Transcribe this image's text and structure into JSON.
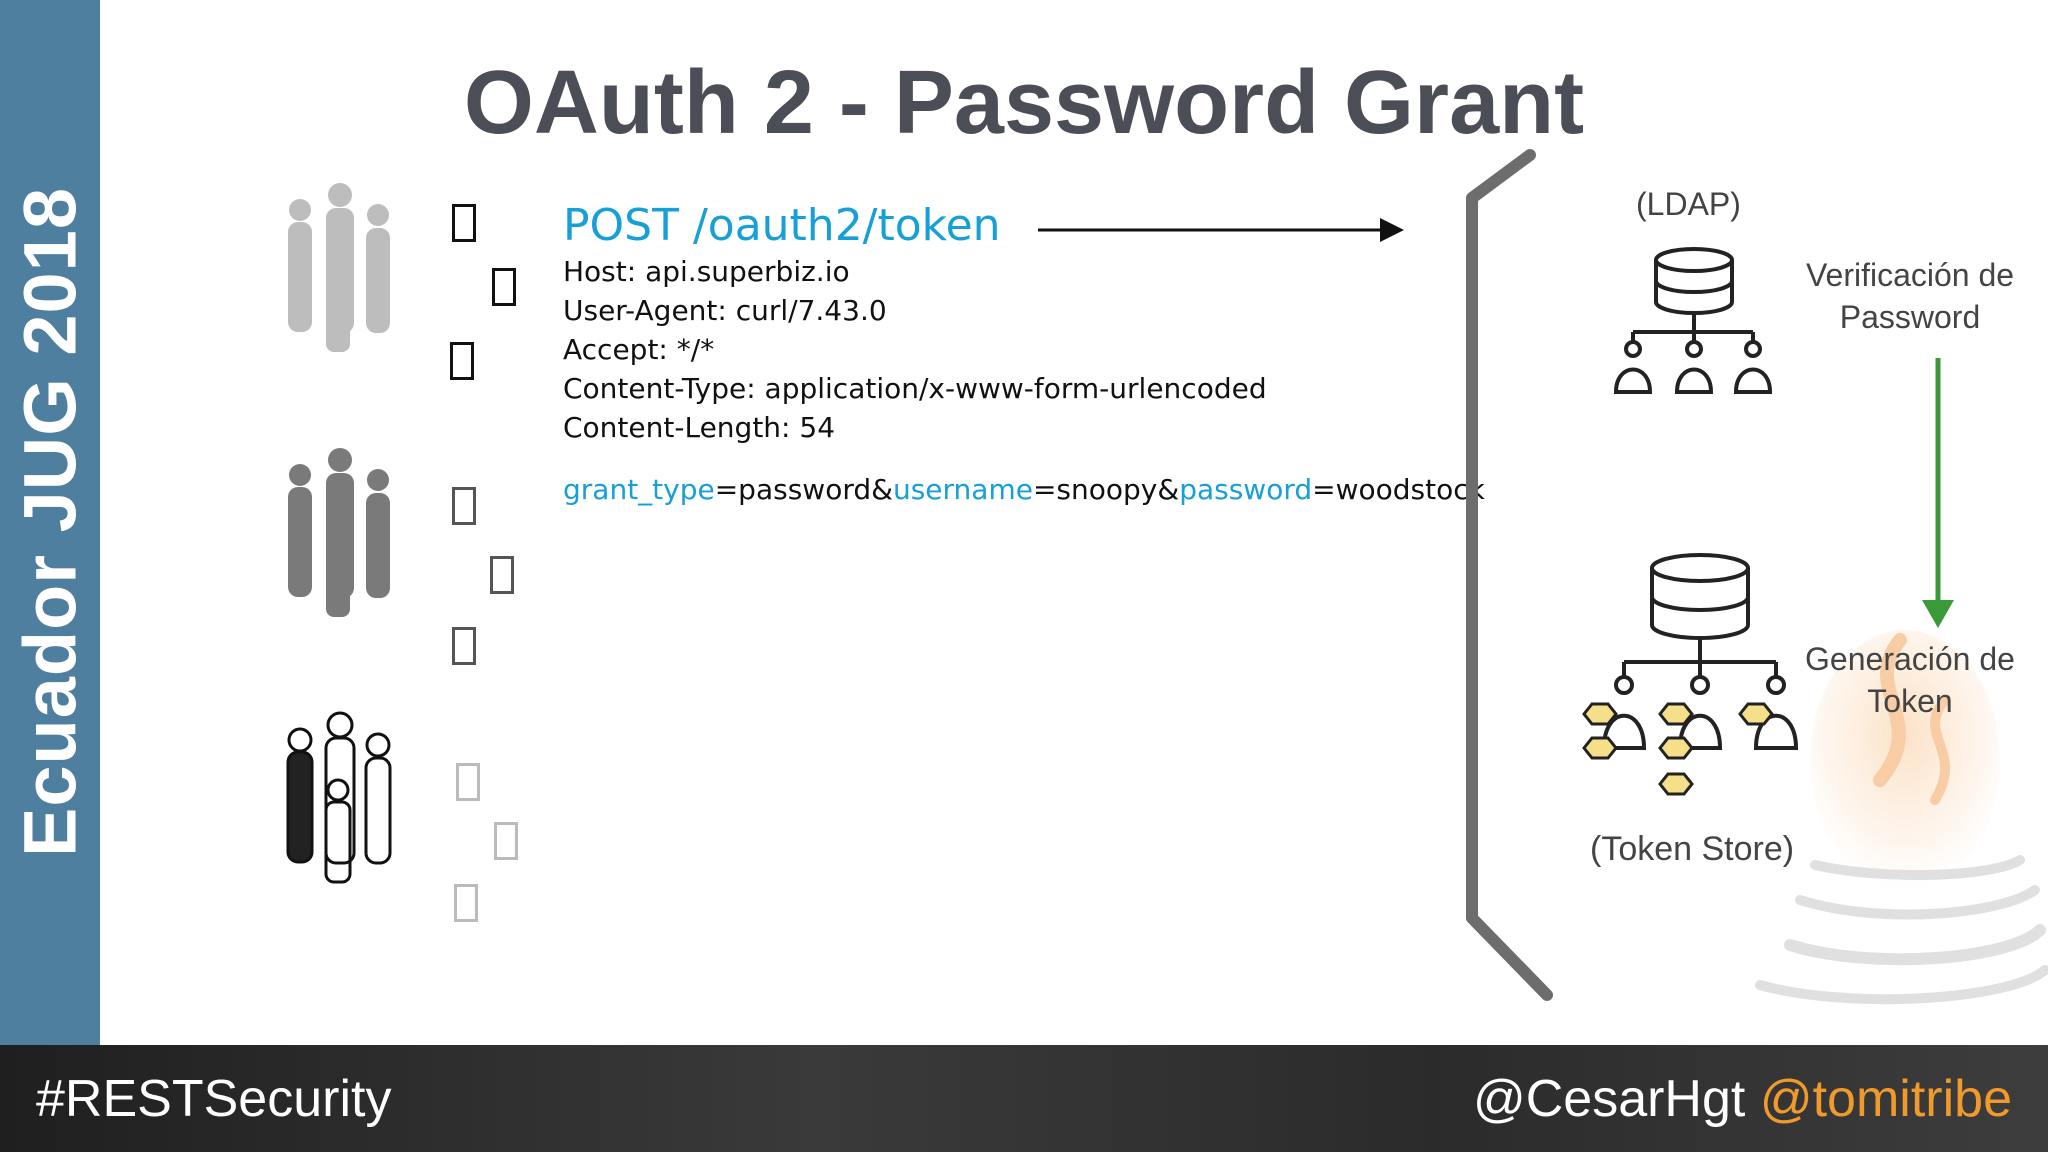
{
  "sidebar": {
    "text": "Ecuador JUG 2018"
  },
  "slide": {
    "title": "OAuth 2 - Password Grant"
  },
  "request": {
    "endpoint": "POST /oauth2/token",
    "headers": [
      "Host: api.superbiz.io",
      "User-Agent: curl/7.43.0",
      "Accept: */*",
      "Content-Type: application/x-www-form-urlencoded",
      "Content-Length: 54"
    ],
    "body": {
      "grant_type_key": "grant_type",
      "grant_type_value": "=password&",
      "username_key": "username",
      "username_value": "=snoopy&",
      "password_key": "password",
      "password_value": "=woodstock"
    }
  },
  "server": {
    "ldap_label": "(LDAP)",
    "verification_label": "Verificación de Password",
    "generation_label": "Generación de Token",
    "token_store_label": "(Token Store)"
  },
  "footer": {
    "hashtag": "#RESTSecurity",
    "handle_1": "@CesarHgt",
    "handle_2": "@tomitribe"
  },
  "colors": {
    "sidebar": "#4e7f9f",
    "title": "#4b4e56",
    "accent_blue": "#16a0d7",
    "accent_orange": "#f19a2c",
    "arrow_green": "#3a9a3a",
    "token_yellow": "#f5df8a"
  }
}
